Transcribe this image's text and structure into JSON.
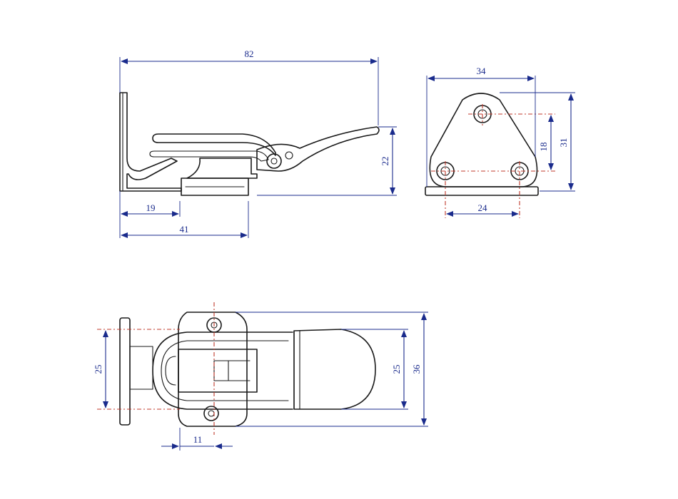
{
  "colors": {
    "outline": "#1a1a1a",
    "dimension": "#1a2b8c",
    "centerline": "#c0392b",
    "background": "#ffffff"
  },
  "dimensions": {
    "overall_length": "82",
    "base_height": "22",
    "hook_offset": "19",
    "base_length": "41",
    "plate_width": "34",
    "plate_height": "31",
    "hole_spacing_vertical": "18",
    "hole_spacing_horizontal": "24",
    "hook_width": "25",
    "handle_width": "25",
    "overall_width": "36",
    "hole_offset": "11"
  }
}
